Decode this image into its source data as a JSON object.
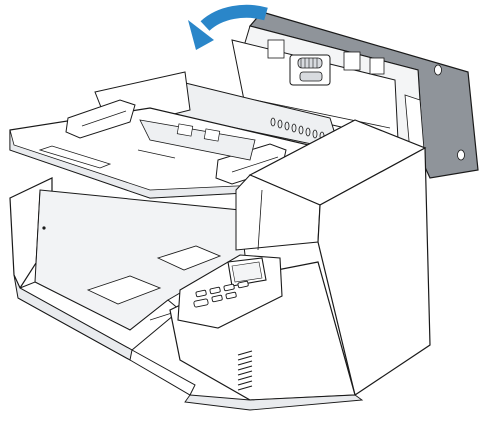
{
  "illustration": {
    "subject": "document-scanner",
    "state": "cover-open",
    "arrow": "curved-open-arrow",
    "colors": {
      "outline": "#1a1a1a",
      "body": "#ffffff",
      "cover_shade": "#8f949a",
      "inner_shade": "#e9ebee",
      "arrow": "#2a86c9"
    }
  }
}
